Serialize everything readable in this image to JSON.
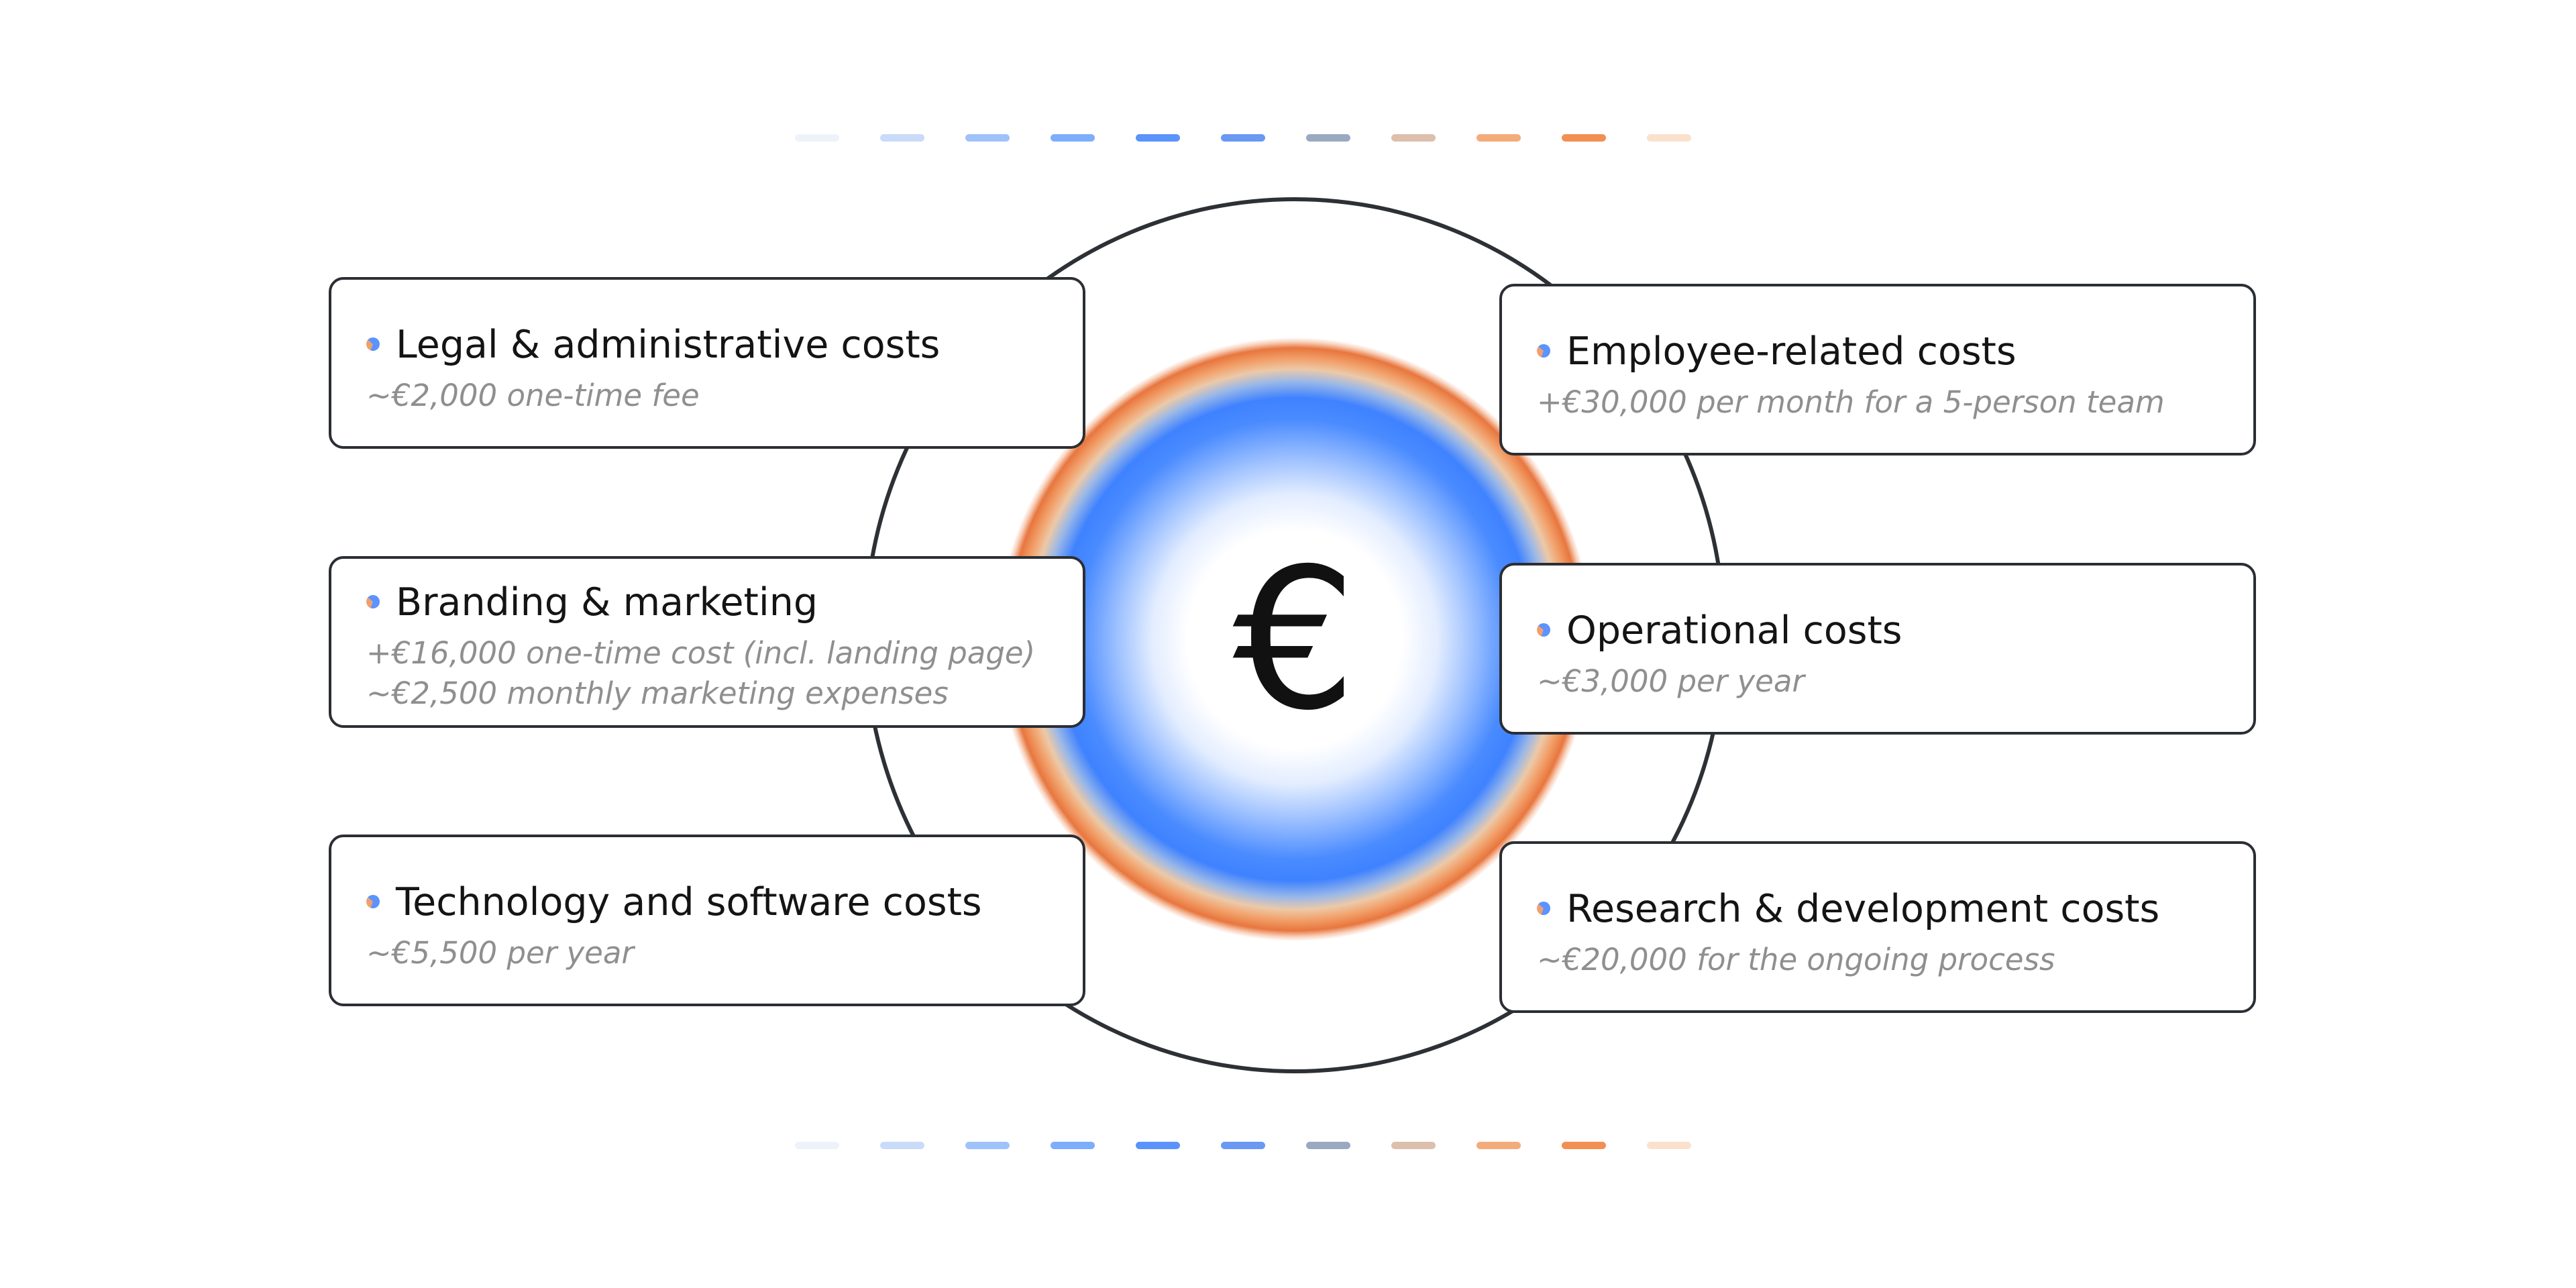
{
  "center_symbol": "€",
  "colors": {
    "ring": "#2d3035",
    "halo_blue": "#3f82ff",
    "halo_orange": "#e8763e",
    "card_border": "#2b2e33",
    "subtitle": "#8f8f8f"
  },
  "dash_colors": [
    "#eef3fb",
    "#c9dbf9",
    "#9fc2fb",
    "#7eadfb",
    "#5b93fb",
    "#6a98f3",
    "#9aa9c2",
    "#dcc0ac",
    "#f4ab7a",
    "#f28f52",
    "#fbe1cc"
  ],
  "cards": {
    "legal": {
      "title": "Legal & administrative costs",
      "lines": [
        "~€2,000 one-time fee"
      ]
    },
    "branding": {
      "title": "Branding & marketing",
      "lines": [
        "+€16,000 one-time cost (incl. landing page)",
        "~€2,500 monthly marketing expenses"
      ]
    },
    "technology": {
      "title": "Technology and software costs",
      "lines": [
        "~€5,500 per year"
      ]
    },
    "employee": {
      "title": "Employee-related costs",
      "lines": [
        "+€30,000 per month for a 5-person team"
      ]
    },
    "operational": {
      "title": "Operational costs",
      "lines": [
        "~€3,000 per year"
      ]
    },
    "research": {
      "title": "Research & development costs",
      "lines": [
        "~€20,000 for the ongoing process"
      ]
    }
  }
}
